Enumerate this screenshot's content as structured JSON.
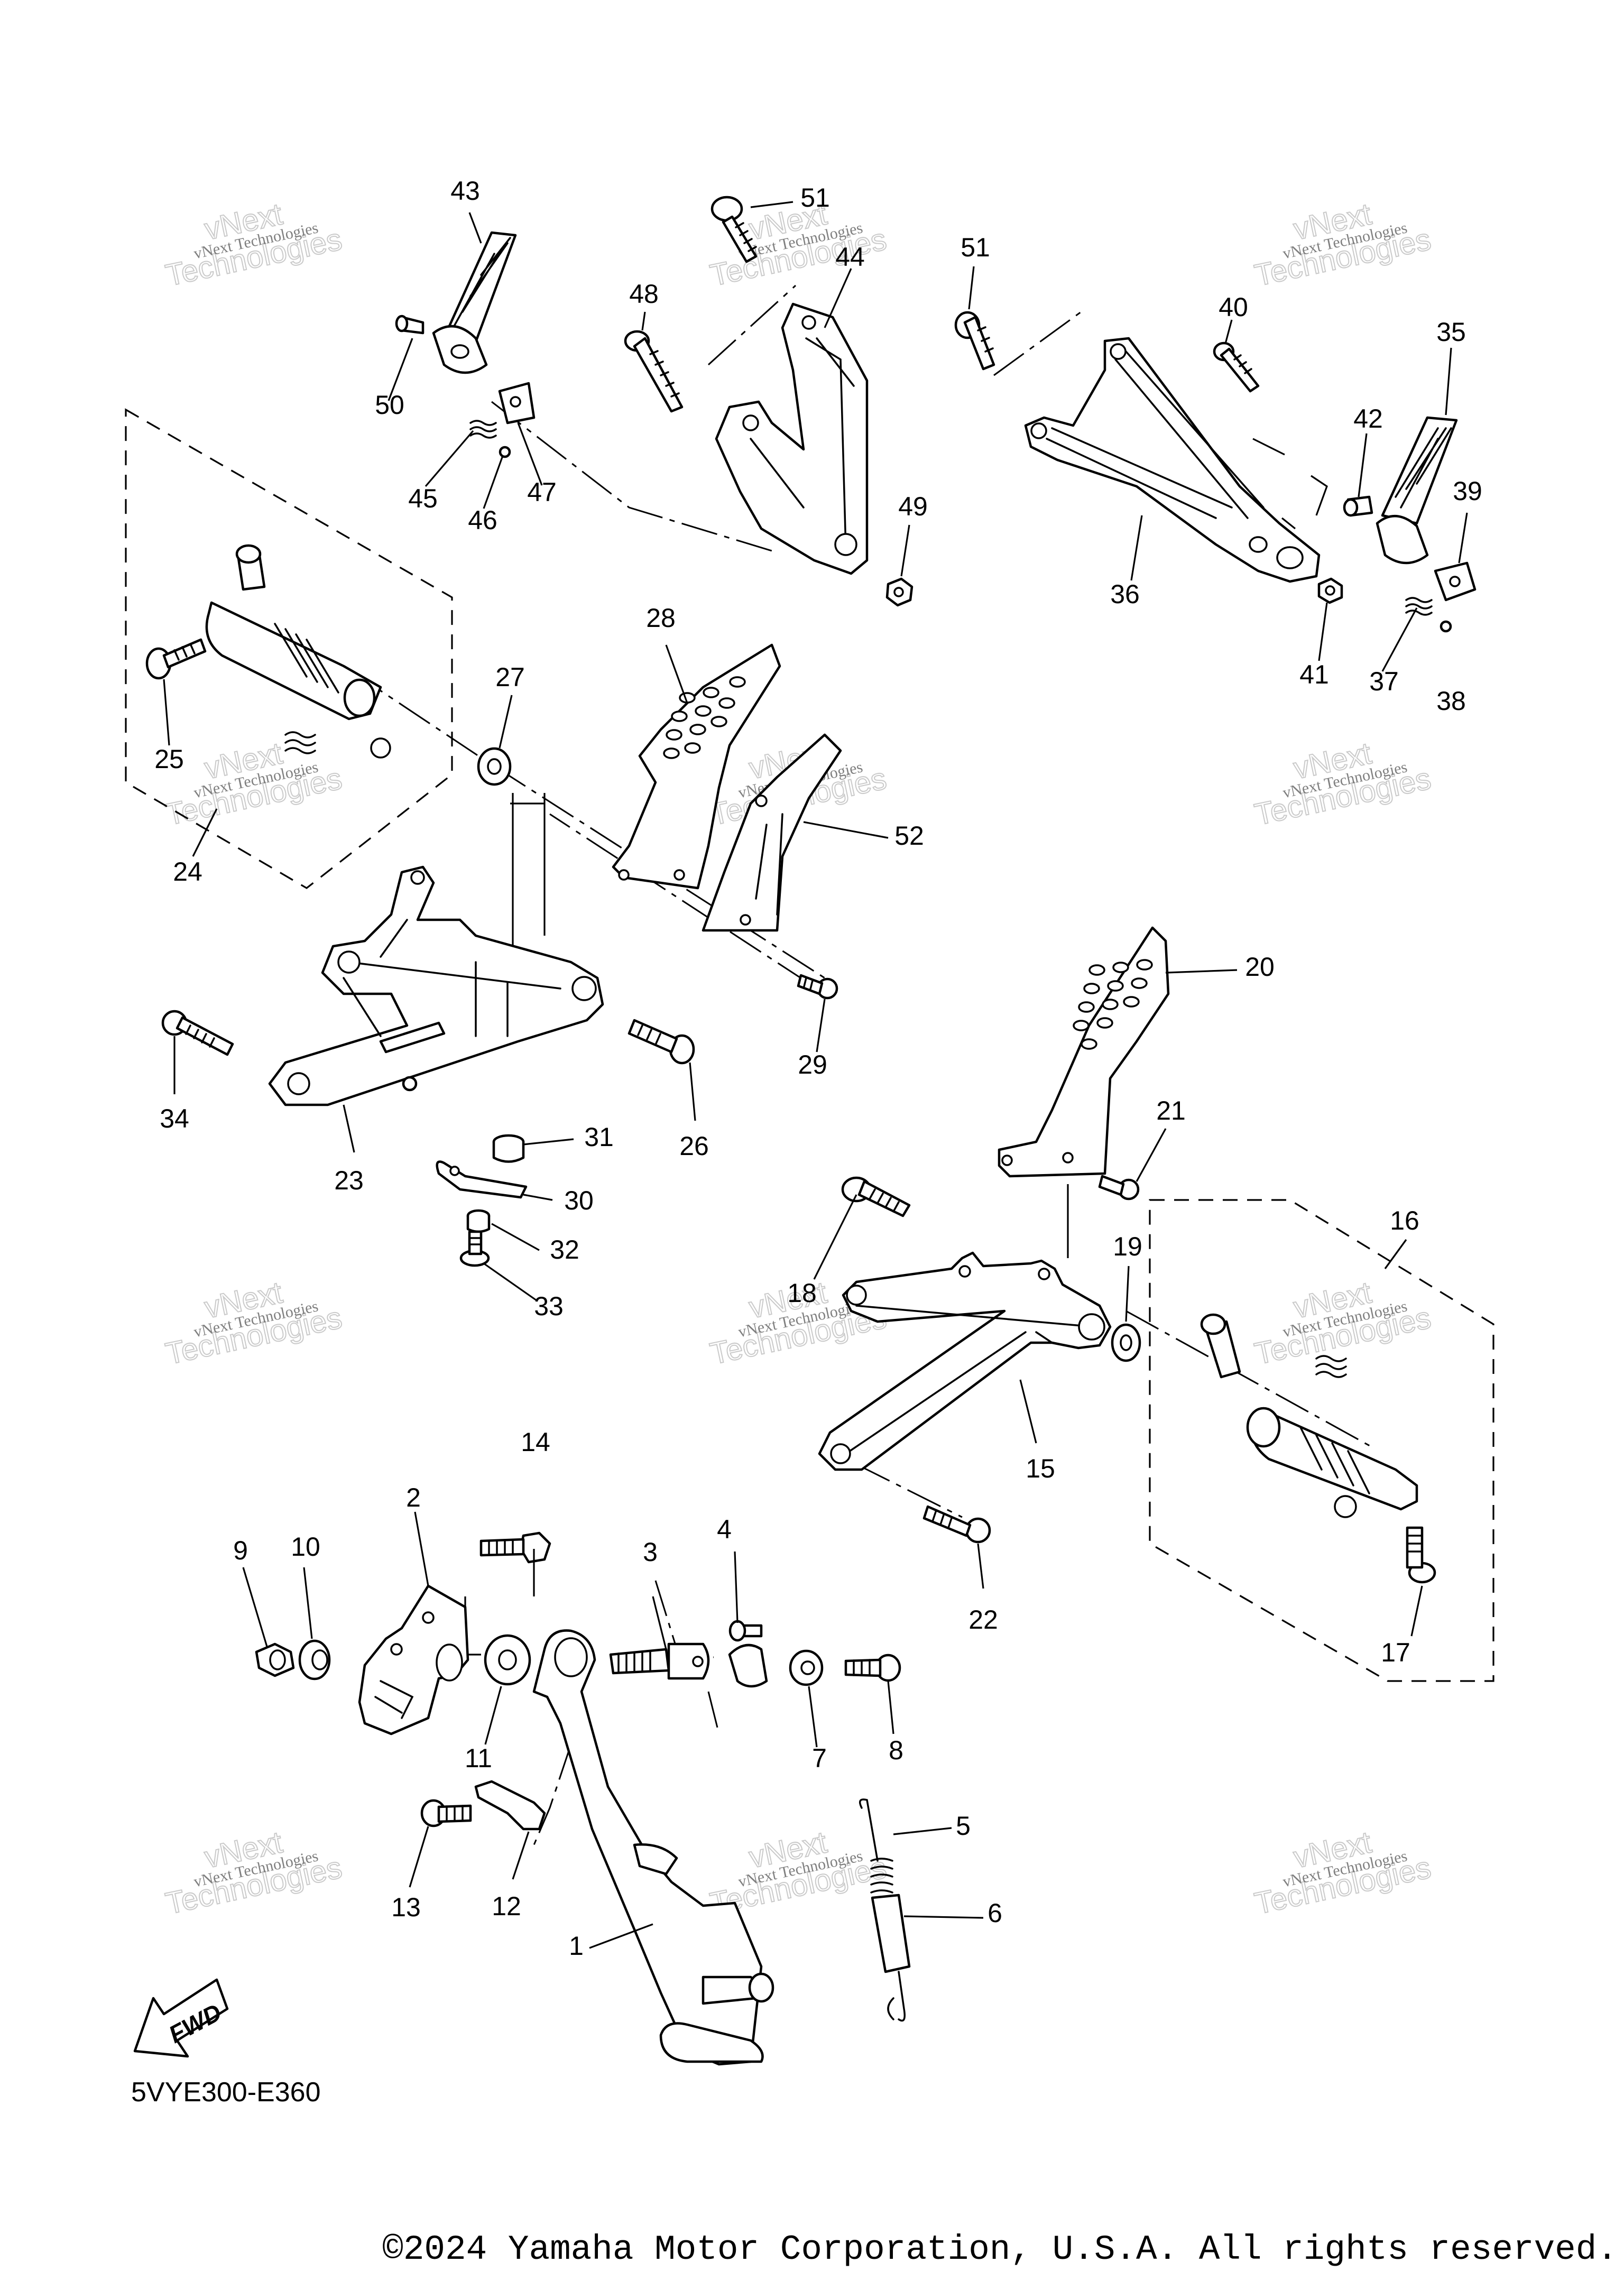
{
  "diagram_code": "5VYE300-E360",
  "copyright": "©2024 Yamaha Motor Corporation, U.S.A. All rights reserved.",
  "fwd_label": "FWD",
  "watermark": {
    "line1": "vNext Technologies",
    "line2": "vNext",
    "line3": "Technologies"
  },
  "callouts": {
    "p1": "1",
    "p2": "2",
    "p3": "3",
    "p4": "4",
    "p5": "5",
    "p6": "6",
    "p7": "7",
    "p8": "8",
    "p9": "9",
    "p10": "10",
    "p11": "11",
    "p12": "12",
    "p13": "13",
    "p14": "14",
    "p15": "15",
    "p16": "16",
    "p17": "17",
    "p18": "18",
    "p19": "19",
    "p20": "20",
    "p21": "21",
    "p22": "22",
    "p23": "23",
    "p24": "24",
    "p25": "25",
    "p26": "26",
    "p27": "27",
    "p28": "28",
    "p29": "29",
    "p30": "30",
    "p31": "31",
    "p32": "32",
    "p33": "33",
    "p34": "34",
    "p35": "35",
    "p36": "36",
    "p37": "37",
    "p38": "38",
    "p39": "39",
    "p40": "40",
    "p41": "41",
    "p42": "42",
    "p43": "43",
    "p44": "44",
    "p45": "45",
    "p46": "46",
    "p47": "47",
    "p48": "48",
    "p49": "49",
    "p50": "50",
    "p51a": "51",
    "p51b": "51",
    "p52": "52"
  }
}
